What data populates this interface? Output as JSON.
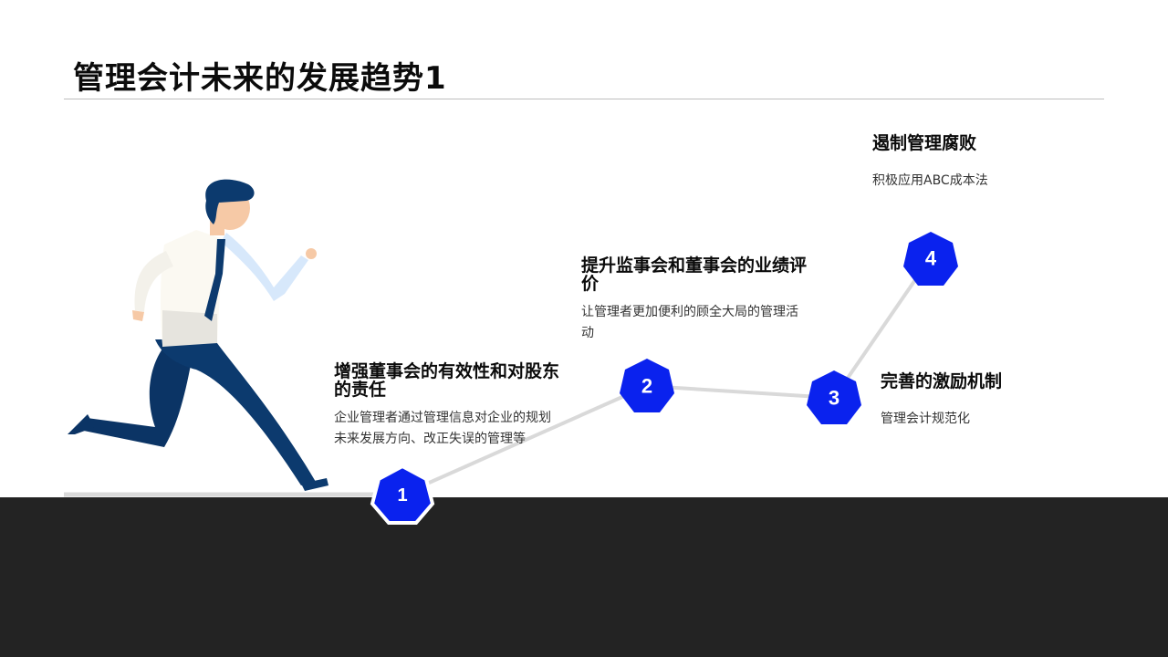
{
  "slide": {
    "title": "管理会计未来的发展趋势1"
  },
  "steps": [
    {
      "number": "1",
      "title": "增强董事会的有效性和对股东的责任",
      "description": "企业管理者通过管理信息对企业的规划未来发展方向、改正失误的管理等"
    },
    {
      "number": "2",
      "title": "提升监事会和董事会的业绩评价",
      "description": "让管理者更加便利的顾全大局的管理活动"
    },
    {
      "number": "3",
      "title": "完善的激励机制",
      "description": "管理会计规范化"
    },
    {
      "number": "4",
      "title": "遏制管理腐败",
      "description": "积极应用ABC成本法"
    }
  ],
  "colors": {
    "node_fill": "#0a22ee",
    "connector": "#d9d9d9",
    "footer_band": "#232323",
    "suit_navy": "#0c3a6e",
    "shirt": "#fbf9f2"
  },
  "illustration": "running-businessman"
}
